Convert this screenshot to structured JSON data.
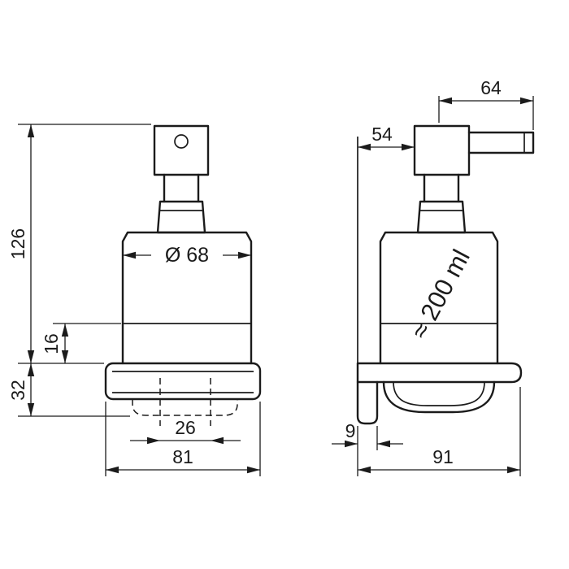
{
  "drawing": {
    "background": "#ffffff",
    "line_color": "#1b1b1b",
    "front_view": {
      "height": "126",
      "glass_diameter": "Ø 68",
      "lip_height": "16",
      "holder_height": "32",
      "slot_width": "26",
      "total_width": "81"
    },
    "side_view": {
      "spout_reach": "64",
      "head_offset": "54",
      "capacity": "≈ 200 ml",
      "plate_thickness": "9",
      "total_depth": "91"
    }
  }
}
